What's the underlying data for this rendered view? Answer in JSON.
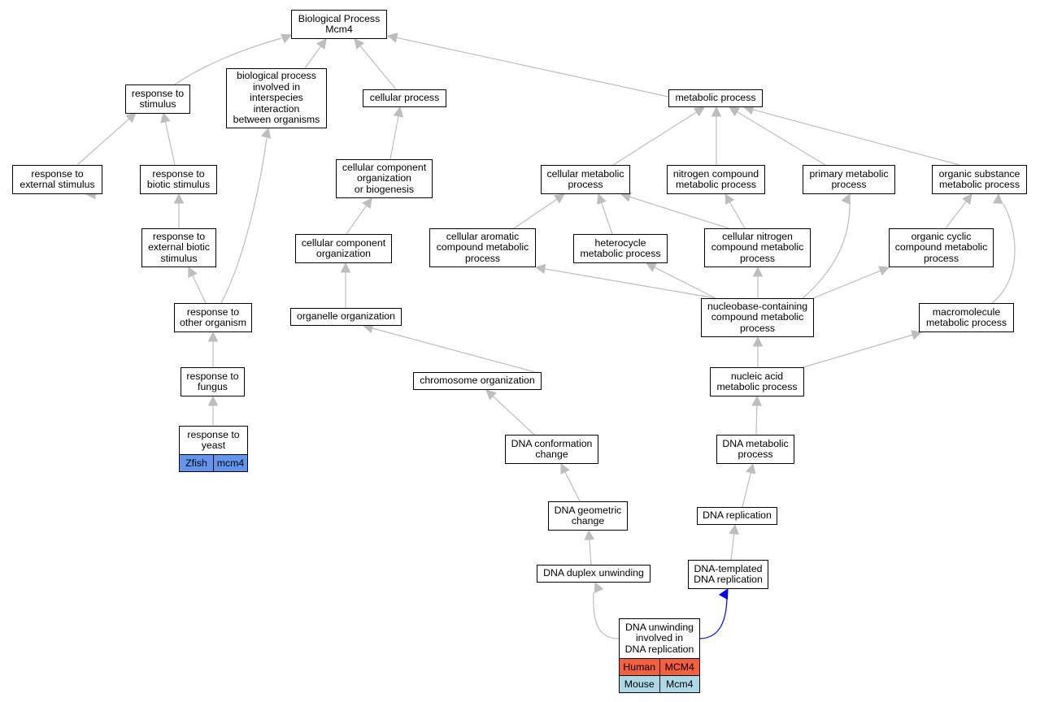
{
  "graph": {
    "colors": {
      "edge": "#bdbdbd",
      "highlight_edge": "#0000ff",
      "zfish": "#6495ed",
      "human": "#f4603f",
      "mouse": "#add8e6"
    },
    "nodes": {
      "bp_root": "Biological Process\nMcm4",
      "response_to_stimulus": "response to\nstimulus",
      "bp_interspecies": "biological process\ninvolved in\ninterspecies\ninteraction\nbetween organisms",
      "cellular_process": "cellular process",
      "metabolic_process": "metabolic process",
      "response_external_stimulus": "response to\nexternal stimulus",
      "response_biotic_stimulus": "response to\nbiotic stimulus",
      "cell_comp_org_biogenesis": "cellular component\norganization\nor biogenesis",
      "cellular_metabolic_process": "cellular metabolic\nprocess",
      "nitrogen_compound_metabolic": "nitrogen compound\nmetabolic process",
      "primary_metabolic": "primary metabolic\nprocess",
      "organic_substance_metabolic": "organic substance\nmetabolic process",
      "response_external_biotic": "response to\nexternal biotic\nstimulus",
      "cell_comp_org": "cellular component\norganization",
      "cellular_aromatic": "cellular aromatic\ncompound metabolic\nprocess",
      "heterocycle_metabolic": "heterocycle\nmetabolic process",
      "cellular_nitrogen": "cellular nitrogen\ncompound metabolic\nprocess",
      "organic_cyclic": "organic cyclic\ncompound metabolic\nprocess",
      "response_other_organism": "response to\nother organism",
      "organelle_org": "organelle organization",
      "nucleobase_containing": "nucleobase-containing\ncompound metabolic\nprocess",
      "macromolecule_metabolic": "macromolecule\nmetabolic process",
      "response_fungus": "response to\nfungus",
      "chromosome_org": "chromosome organization",
      "nucleic_acid_metabolic": "nucleic acid\nmetabolic process",
      "response_yeast": "response to\nyeast",
      "dna_conformation": "DNA conformation\nchange",
      "dna_metabolic": "DNA metabolic\nprocess",
      "dna_geometric": "DNA geometric\nchange",
      "dna_replication": "DNA replication",
      "dna_duplex_unwinding": "DNA duplex unwinding",
      "dna_templated_replication": "DNA-templated\nDNA replication",
      "dna_unwinding_replication": "DNA unwinding\ninvolved in\nDNA replication"
    },
    "annotations": {
      "yeast_zfish": {
        "species": "Zfish",
        "gene": "mcm4"
      },
      "unwinding_human": {
        "species": "Human",
        "gene": "MCM4"
      },
      "unwinding_mouse": {
        "species": "Mouse",
        "gene": "Mcm4"
      }
    }
  }
}
